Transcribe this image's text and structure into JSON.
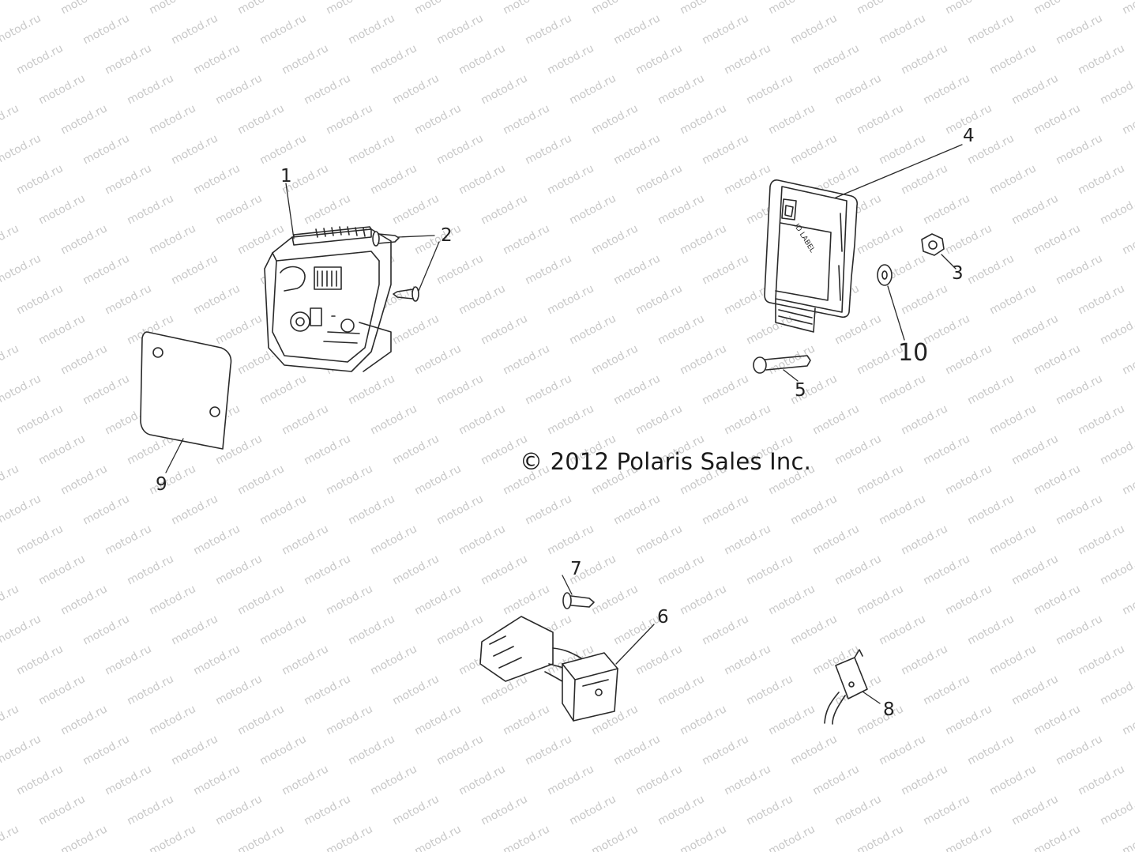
{
  "watermark": {
    "text": "motod.ru",
    "color": "#c8c8c8"
  },
  "copyright": "© 2012 Polaris Sales Inc.",
  "callouts": [
    "1",
    "2",
    "3",
    "4",
    "5",
    "6",
    "7",
    "8",
    "9",
    "10"
  ],
  "module_label": "ID LABEL",
  "colors": {
    "line": "#2a2a2a",
    "background": "#ffffff"
  }
}
